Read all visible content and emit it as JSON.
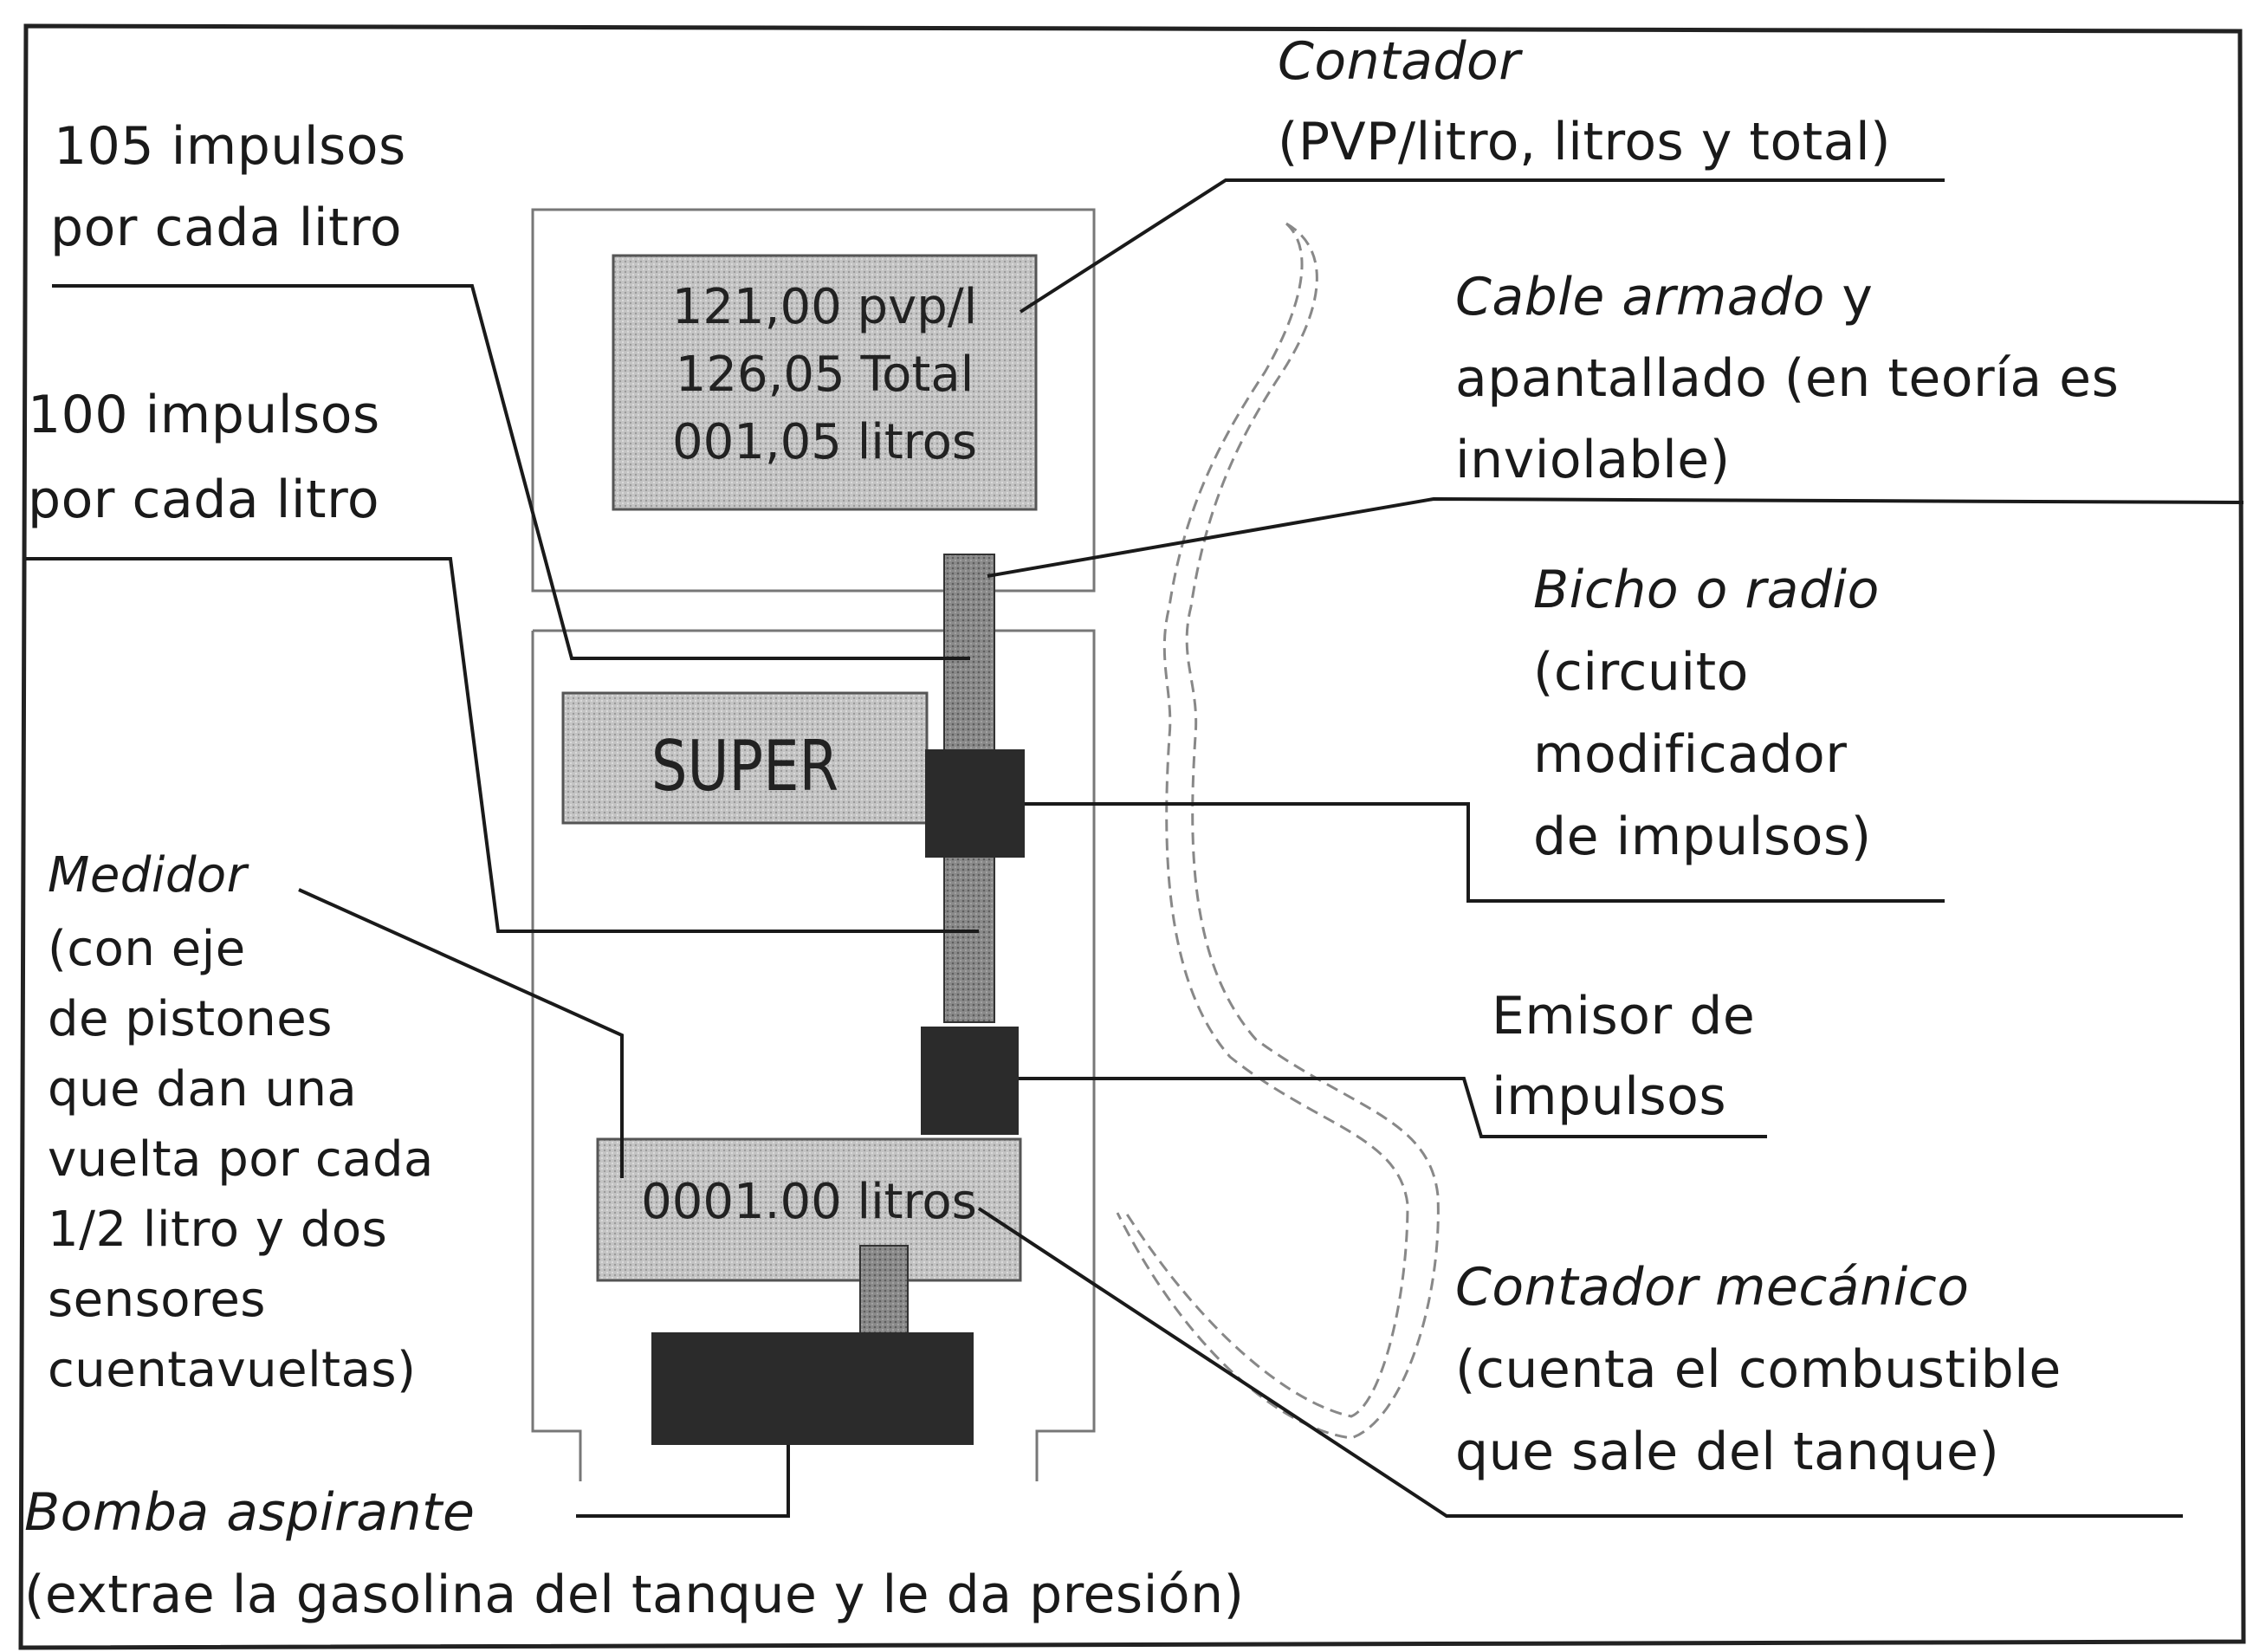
{
  "counter_display": {
    "price_line": "121,00 pvp/l",
    "total_line": "126,05 Total",
    "liters_line": "001,05 litros"
  },
  "fuel_label": "SUPER",
  "meter_display": "0001.00 litros",
  "labels": {
    "pulses_105": [
      "105 impulsos",
      "por cada litro"
    ],
    "pulses_100": [
      "100 impulsos",
      "por cada litro"
    ],
    "contador_title": "Contador",
    "contador_desc": "(PVP/litro, litros y total)",
    "cable_title": "Cable armado",
    "cable_rest": [
      " y",
      "apantallado (en teoría es",
      "inviolable)"
    ],
    "bicho_title": "Bicho o radio",
    "bicho_desc": [
      "(circuito",
      "modificador",
      "de impulsos)"
    ],
    "medidor_title": "Medidor",
    "medidor_desc": [
      "(con eje",
      "de pistones",
      "que  dan una",
      "vuelta por cada",
      "1/2 litro y dos",
      "sensores",
      "cuentavueltas)"
    ],
    "emisor": [
      "Emisor de",
      "impulsos"
    ],
    "mecanico_title": "Contador mecánico",
    "mecanico_desc": [
      "(cuenta el combustible",
      "que sale del tanque)"
    ],
    "bomba_title": "Bomba aspirante",
    "bomba_desc": "(extrae la gasolina del tanque y le da presión)"
  }
}
